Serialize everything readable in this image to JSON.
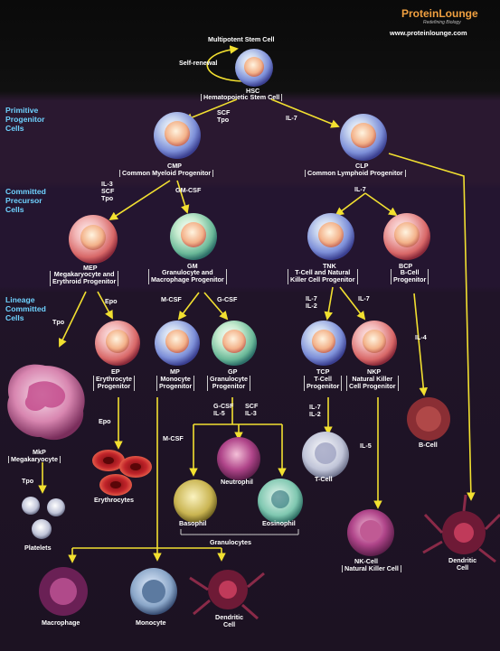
{
  "brand": {
    "name": "ProteinLounge",
    "tagline": "Redefining Biology",
    "url": "www.proteinlounge.com"
  },
  "sections": {
    "primitive": "Primitive\nProgenitor\nCells",
    "committed": "Committed\nPrecursor\nCells",
    "lineage": "Lineage\nCommitted\nCells"
  },
  "nodes": {
    "msc": "Multipotent Stem Cell",
    "self": "Self-renewal",
    "hsc": "HSC",
    "hsc_full": "Hematopoietic Stem Cell",
    "cmp": "CMP",
    "cmp_full": "Common Myeloid Progenitor",
    "clp": "CLP",
    "clp_full": "Common Lymphoid Progenitor",
    "mep": "MEP",
    "mep_full1": "Megakaryocyte and",
    "mep_full2": "Erythroid Progenitor",
    "gm": "GM",
    "gm_full1": "Granulocyte and",
    "gm_full2": "Macrophage Progenitor",
    "tnk": "TNK",
    "tnk_full1": "T-Cell and Natural",
    "tnk_full2": "Killer Cell Progenitor",
    "bcp": "BCP",
    "bcp_full1": "B-Cell",
    "bcp_full2": "Progenitor",
    "ep": "EP",
    "ep_full1": "Erythrocyte",
    "ep_full2": "Progenitor",
    "mp": "MP",
    "mp_full1": "Monocyte",
    "mp_full2": "Progenitor",
    "gp": "GP",
    "gp_full1": "Granulocyte",
    "gp_full2": "Progenitor",
    "tcp": "TCP",
    "tcp_full1": "T-Cell",
    "tcp_full2": "Progenitor",
    "nkp": "NKP",
    "nkp_full1": "Natural Killer",
    "nkp_full2": "Cell Progenitor",
    "mkp": "MkP",
    "mkp_full": "Megakaryocyte",
    "erythro": "Erythrocytes",
    "platelets": "Platelets",
    "neutrophil": "Neutrophil",
    "basophil": "Basophil",
    "eosinophil": "Eosinophil",
    "granulocytes": "Granulocytes",
    "tcell": "T-Cell",
    "bcell": "B-Cell",
    "nkcell": "NK-Cell",
    "nkcell_full": "Natural Killer Cell",
    "dend1": "Dendritic",
    "dend2": "Cell",
    "macrophage": "Macrophage",
    "monocyte": "Monocyte"
  },
  "factors": {
    "scf_tpo": "SCF\nTpo",
    "il7": "IL-7",
    "il3scftpo": "IL-3\nSCF\nTpo",
    "gmcsf": "GM-CSF",
    "il7b": "IL-7",
    "epo": "Epo",
    "tpo": "Tpo",
    "mcsf": "M-CSF",
    "gcsf": "G-CSF",
    "il7il2a": "IL-7\nIL-2",
    "il7c": "IL-7",
    "il4": "IL-4",
    "epo2": "Epo",
    "tpo2": "Tpo",
    "mcsf2": "M-CSF",
    "gcsf_il5": "G-CSF\nIL-5",
    "scf_il3": "SCF\nIL-3",
    "il7il2b": "IL-7\nIL-2",
    "il5": "IL-5"
  }
}
